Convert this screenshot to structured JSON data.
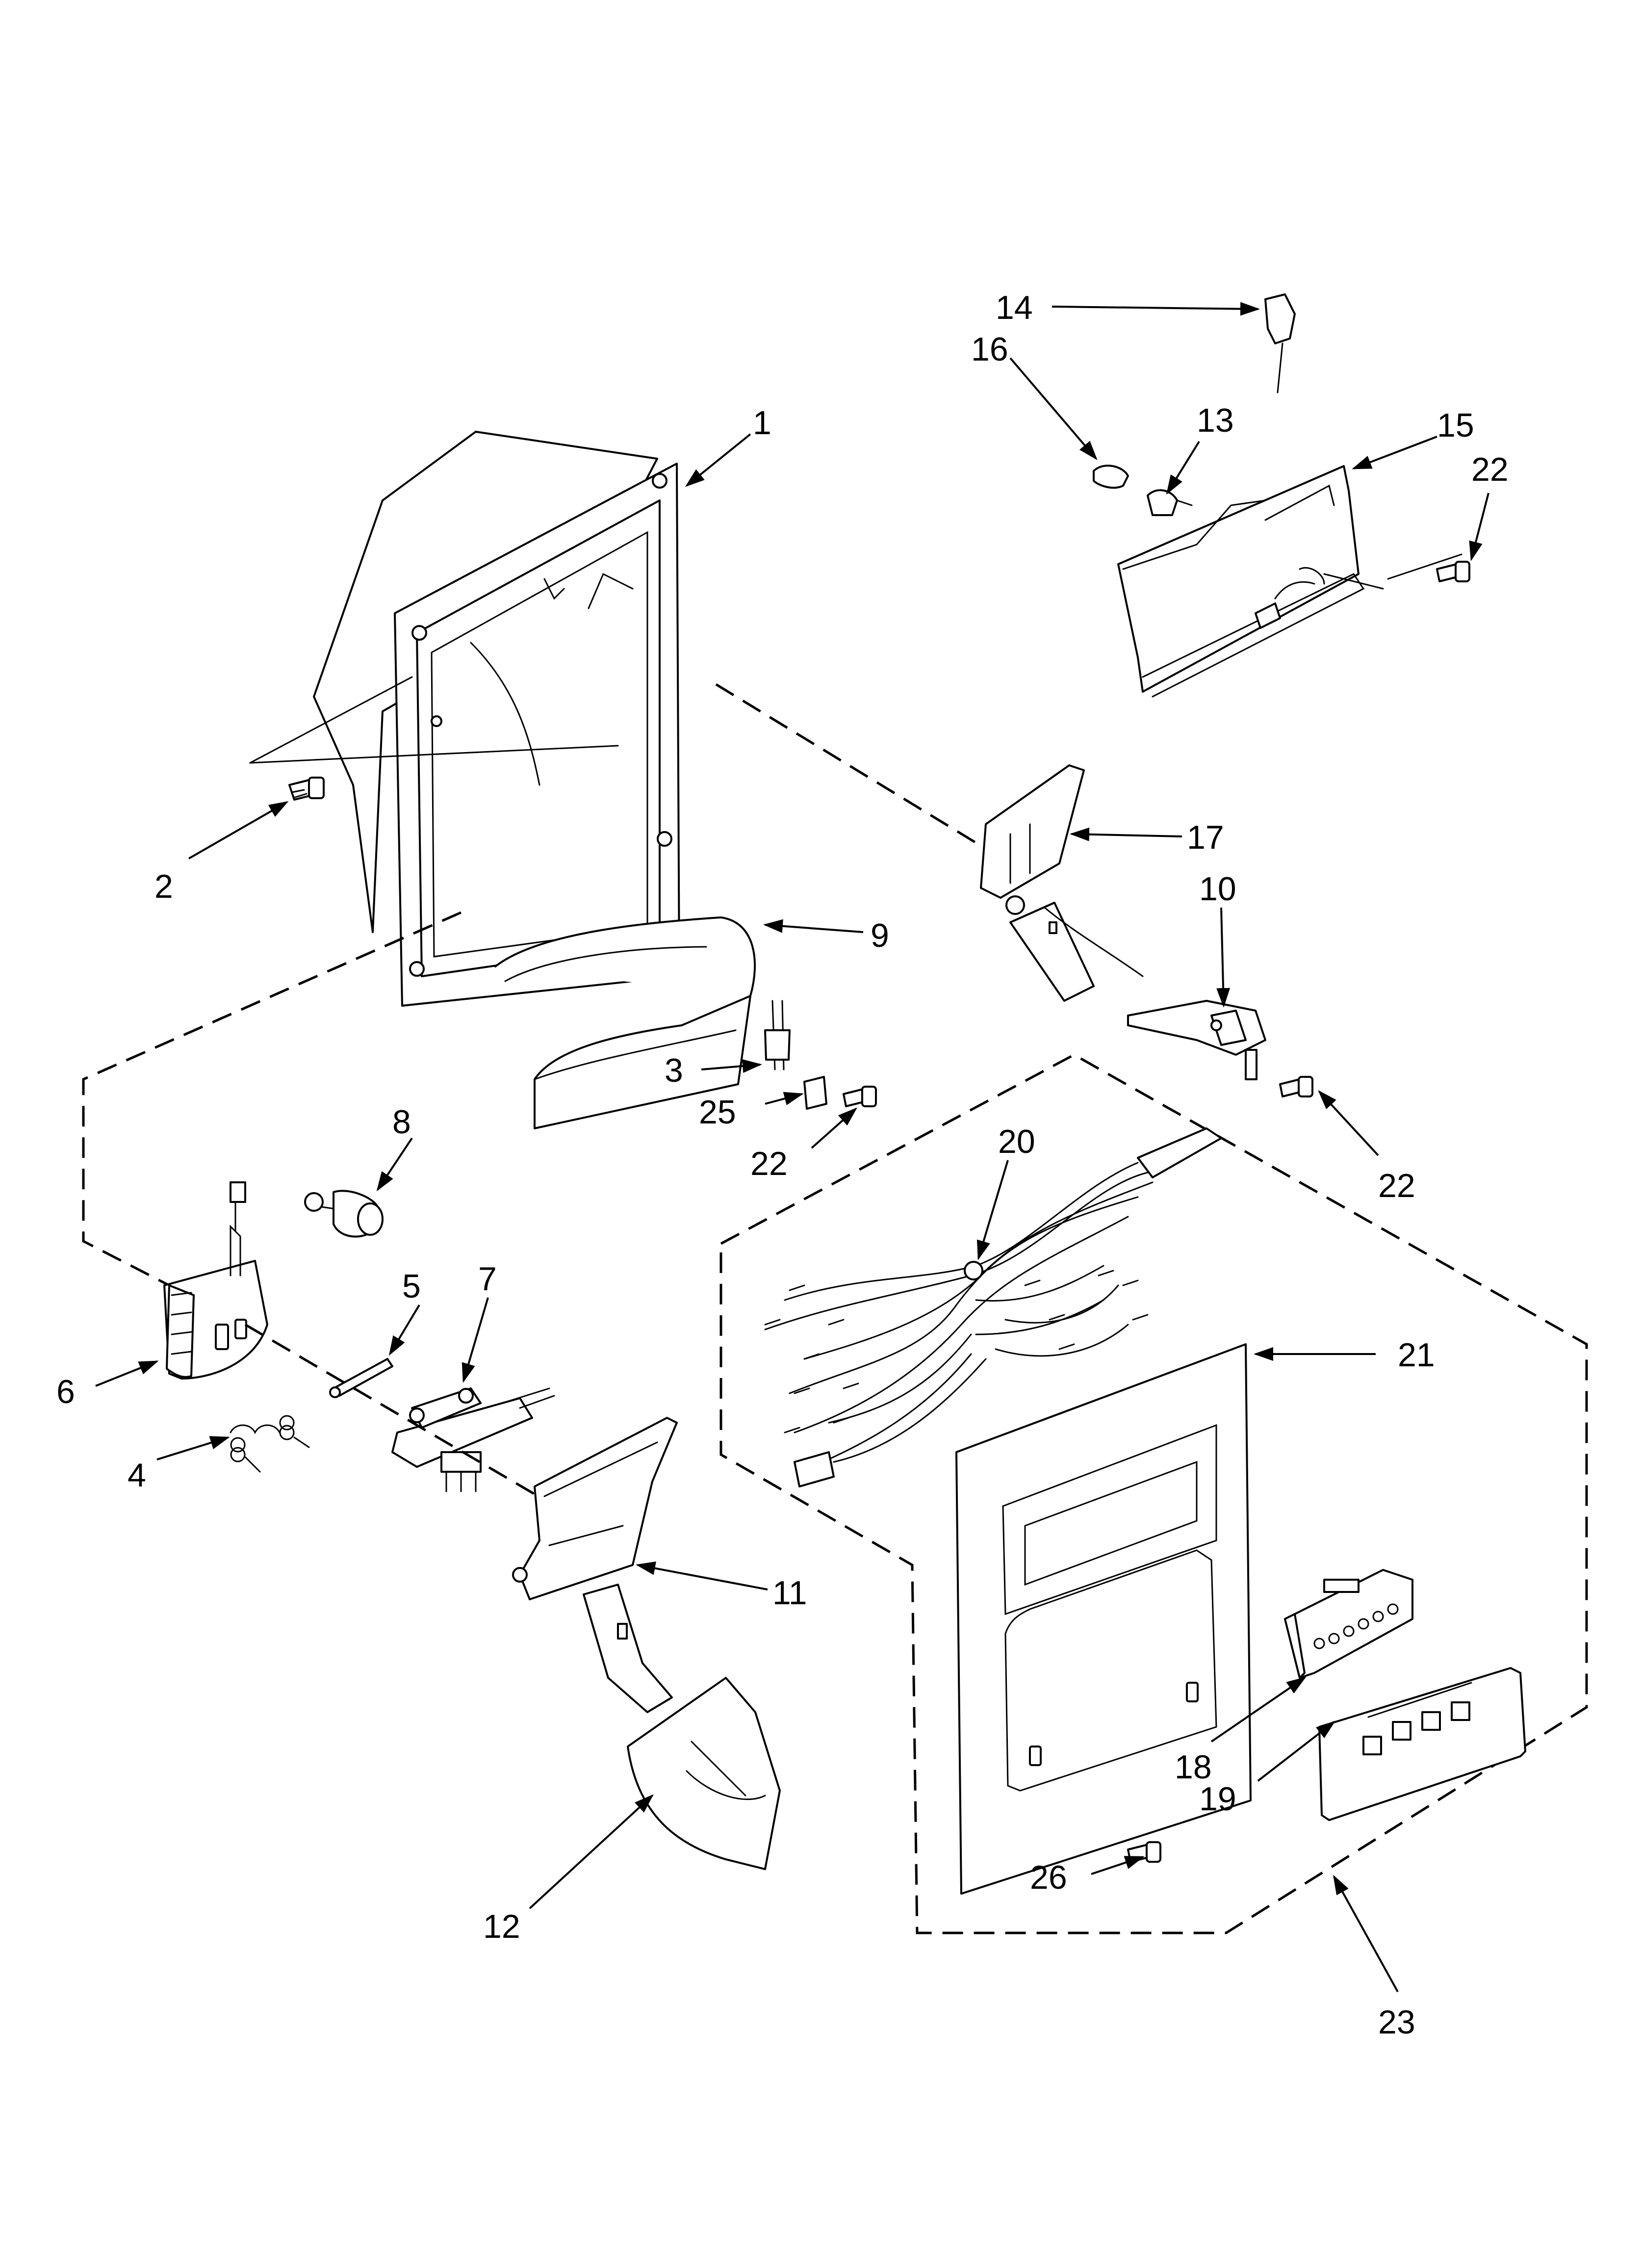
{
  "callouts": {
    "c1": "1",
    "c2": "2",
    "c3": "3",
    "c4": "4",
    "c5": "5",
    "c6": "6",
    "c7": "7",
    "c8": "8",
    "c9": "9",
    "c10": "10",
    "c11": "11",
    "c12": "12",
    "c13": "13",
    "c14": "14",
    "c15": "15",
    "c16": "16",
    "c17": "17",
    "c18": "18",
    "c19": "19",
    "c20": "20",
    "c21": "21",
    "c22a": "22",
    "c22b": "22",
    "c22c": "22",
    "c23": "23",
    "c25": "25",
    "c26": "26"
  }
}
